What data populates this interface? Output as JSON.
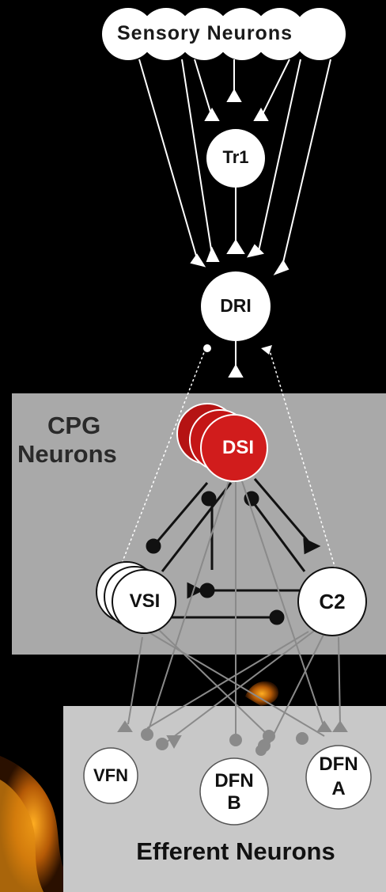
{
  "title": "Sensory Neurons",
  "neurons": {
    "tr1": "Tr1",
    "dri": "DRI",
    "dsi": "DSI",
    "vsi": "VSI",
    "c2": "C2",
    "vfn": "VFN",
    "dfn_b_line1": "DFN",
    "dfn_b_line2": "B",
    "dfn_a_line1": "DFN",
    "dfn_a_line2": "A"
  },
  "groups": {
    "cpg_line1": "CPG",
    "cpg_line2": "Neurons",
    "efferent": "Efferent Neurons"
  },
  "colors": {
    "background": "#000000",
    "cpg_box": "#a9a9a9",
    "efferent_box": "#c8c8c8",
    "dsi_fill": "#cc1a1a",
    "neuron_fill": "#ffffff",
    "synapse_dark": "#111111",
    "synapse_grey": "#8a8a8a"
  }
}
